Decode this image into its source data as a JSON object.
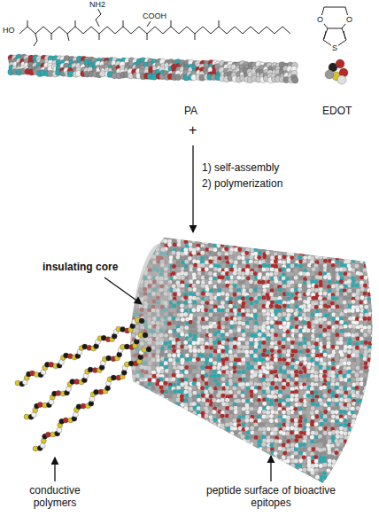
{
  "diagram": {
    "labels": [
      "HO",
      "NH2",
      "COOH",
      "O",
      "O",
      "S",
      "PA",
      "+",
      "EDOT",
      "1) self-assembly",
      "2) polymerization",
      "insulating core",
      "conductive polymers",
      "peptide surface of bioactive epitopes"
    ]
  }
}
